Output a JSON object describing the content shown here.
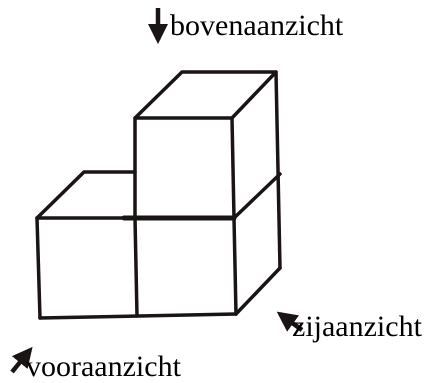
{
  "labels": {
    "top": "bovenaanzicht",
    "side": "zijaanzicht",
    "front": "vooraanzicht"
  },
  "colors": {
    "line": "#1a1414",
    "text": "#000000",
    "background": "#ffffff"
  },
  "figure": {
    "subject": "isometric block structure of three cubes",
    "arrows": [
      "top-view-arrow",
      "side-view-arrow",
      "front-view-arrow"
    ]
  }
}
